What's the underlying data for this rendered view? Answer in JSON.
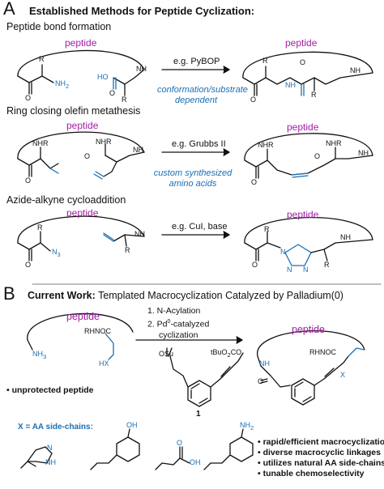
{
  "panelA": {
    "letter": "A",
    "title": "Established Methods for Peptide Cyclization:",
    "sections": [
      {
        "title": "Peptide bond formation",
        "reagent": "e.g. PyBOP",
        "note": "conformation/substrate dependent"
      },
      {
        "title": "Ring closing olefin metathesis",
        "reagent": "e.g. Grubbs II",
        "note": "custom synthesized amino acids"
      },
      {
        "title": "Azide-alkyne cycloaddition",
        "reagent": "e.g. CuI, base",
        "note": ""
      }
    ]
  },
  "panelB": {
    "letter": "B",
    "title_bold": "Current Work:",
    "title_rest": "Templated Macrocyclization Catalyzed by Palladium(0)",
    "steps": [
      "1.  N-Acylation",
      "2.  Pd",
      "0",
      "-catalyzed",
      "cyclization"
    ],
    "compound_number": "1",
    "unprotected": "• unprotected peptide",
    "x_def": "X = AA side-chains:",
    "bullets": [
      "• rapid/efficient macrocyclizations",
      "• diverse macrocyclic linkages",
      "• utilizes natural AA side-chains",
      "• tunable chemoselectivity"
    ]
  },
  "labels": {
    "peptide": "peptide",
    "R": "R",
    "NH2": "NH",
    "NH2_sub": "2",
    "HO": "HO",
    "NH": "NH",
    "NHR": "NHR",
    "N": "N",
    "N3": "N",
    "N3_sub": "3",
    "NH3": "NH",
    "NH3_sub": "3",
    "RHNOC": "RHNOC",
    "HX": "HX",
    "OSu": "OSu",
    "tBuO2CO": "tBuO",
    "tBuO2CO_sub": "2",
    "tBuO2CO_end": "CO",
    "X": "X",
    "OH": "OH",
    "O": "O"
  }
}
